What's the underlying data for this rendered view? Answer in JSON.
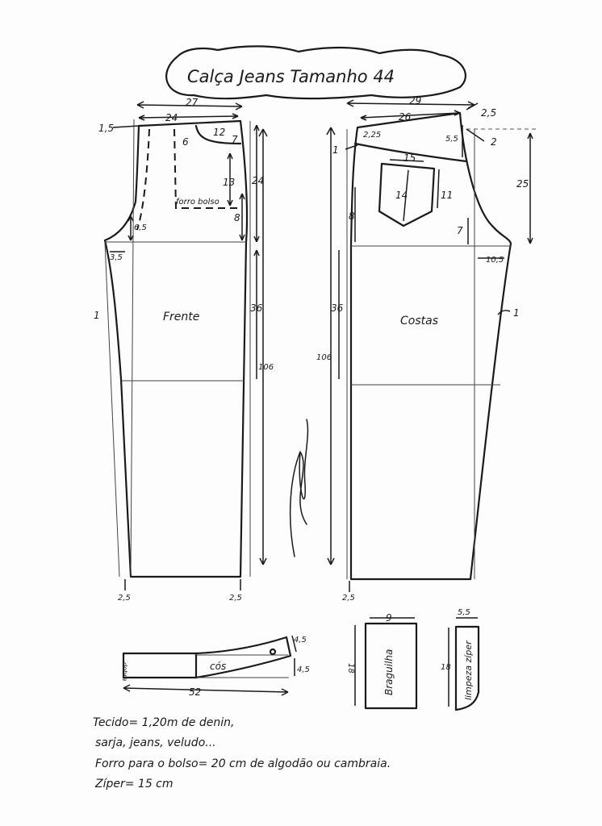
{
  "title": "Calça Jeans Tamanho 44",
  "front": {
    "label": "Frente",
    "waist_total": "27",
    "waist": "24",
    "waist_rise": "1,5",
    "pocket_offset": "6",
    "pocket_width": "12",
    "pocket_depth": "7",
    "lining_depth": "13",
    "lining_label": "forro bolso",
    "hip_depth_side": "8",
    "crotch_depth": "6,5",
    "crotch_ext": "3,5",
    "side_out": "1",
    "rise_height": "24",
    "knee": "36",
    "length": "106",
    "hem_left": "2,5",
    "hem_right": "2,5"
  },
  "back": {
    "label": "Costas",
    "waist_total": "29",
    "waist": "26",
    "waist_rise": "2,5",
    "yoke_left": "2,25",
    "yoke_right": "5,5",
    "side_in": "2",
    "side_out_top": "1",
    "rise_height": "25",
    "pocket_width": "15",
    "pocket_center": "14",
    "pocket_side": "11",
    "hip_depth": "8",
    "crotch_depth": "7",
    "crotch_ext": "10,5",
    "knee": "36",
    "length": "106",
    "side_out": "1",
    "hem_left": "2,5"
  },
  "waistband": {
    "label": "cós",
    "end_label": "dobra",
    "height_right": "4,5",
    "height": "4,5",
    "length": "52"
  },
  "fly": {
    "label": "Braguilha",
    "width": "9",
    "height": "18"
  },
  "zipper_facing": {
    "label": "limpeza zíper",
    "width": "5,5",
    "height": "18"
  },
  "notes": [
    "Tecido= 1,20m  de denin,",
    "sarja, jeans, veludo...",
    "Forro para o bolso= 20 cm de algodão ou cambraia.",
    "Zíper= 15 cm"
  ]
}
